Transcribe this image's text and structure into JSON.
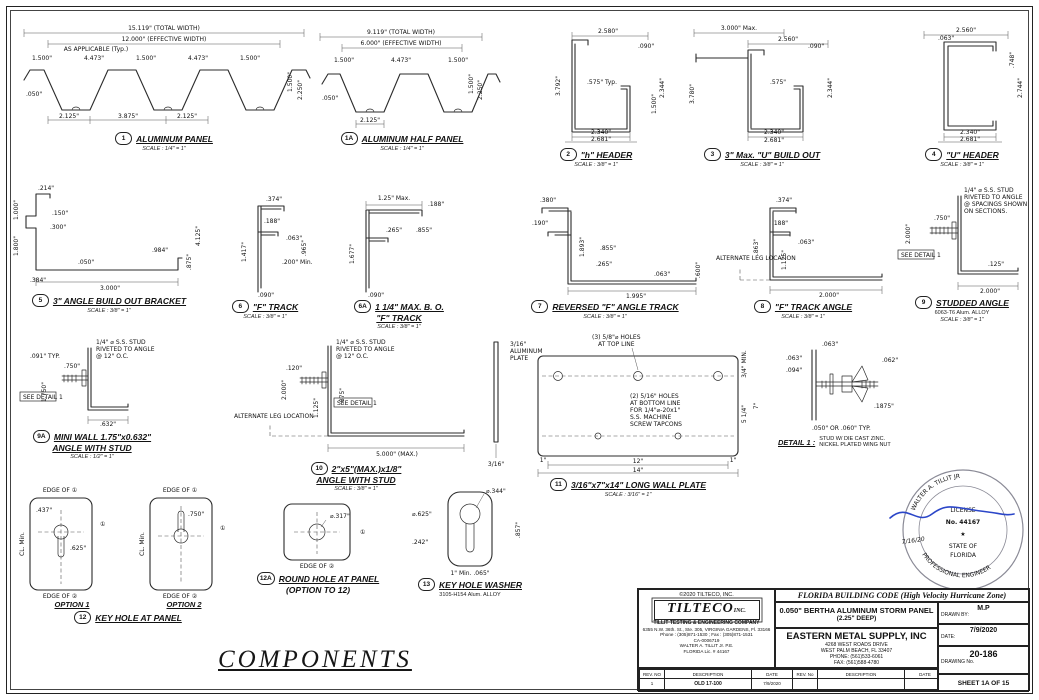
{
  "sheet": {
    "big_title": "COMPONENTS"
  },
  "figs": {
    "f1": {
      "num": "1",
      "title": "ALUMINUM PANEL",
      "scale": "SCALE : 1/4\" = 1\"",
      "dims": [
        "15.119\" (TOTAL WIDTH)",
        "12.000\" (EFFECTIVE WIDTH)",
        "AS APPLICABLE (Typ.)",
        "1.500\"",
        "4.473\"",
        "1.500\"",
        "4.473\"",
        "1.500\"",
        ".050\"",
        "2.125\"",
        "3.875\"",
        "2.125\"",
        "2.250\"",
        "1.500\""
      ]
    },
    "f1a": {
      "num": "1A",
      "title": "ALUMINUM HALF PANEL",
      "scale": "SCALE : 1/4\" = 1\"",
      "dims": [
        "9.119\" (TOTAL WIDTH)",
        "6.000\" (EFFECTIVE WIDTH)",
        "1.500\"",
        "4.473\"",
        "1.500\"",
        ".050\"",
        "2.125\"",
        "2.250\"",
        "1.500\""
      ]
    },
    "f2": {
      "num": "2",
      "title": "\"h\" HEADER",
      "scale": "SCALE : 3/8\" = 1\"",
      "dims": [
        "2.580\"",
        "3.792\"",
        ".575\" Typ.",
        ".090\"",
        "2.340\"",
        "2.681\"",
        "2.344\"",
        "1.500\""
      ]
    },
    "f3": {
      "num": "3",
      "title": "3\" Max. \"U\" BUILD OUT",
      "scale": "SCALE : 3/8\" = 1\"",
      "dims": [
        "3.000\" Max.",
        "2.560\"",
        "3.780\"",
        ".575\"",
        "2.340\"",
        "2.681\"",
        ".090\"",
        "2.344\""
      ]
    },
    "f4": {
      "num": "4",
      "title": "\"U\" HEADER",
      "scale": "SCALE : 3/8\" = 1\"",
      "dims": [
        "2.560\"",
        ".748\"",
        "2.744\"",
        "2.340\"",
        "2.681\"",
        ".063\""
      ]
    },
    "f5": {
      "num": "5",
      "title": "3\" ANGLE BUILD OUT BRACKET",
      "scale": "SCALE : 3/8\" = 1\"",
      "dims": [
        ".214\"",
        "1.000\"",
        "1.800\"",
        ".150\"",
        ".300\"",
        ".384\"",
        "3.000\"",
        ".050\"",
        "4.125\"",
        ".875\"",
        ".984\""
      ]
    },
    "f6": {
      "num": "6",
      "title": "\"F\" TRACK",
      "scale": "SCALE : 3/8\" = 1\"",
      "dims": [
        ".374\"",
        ".188\"",
        "1.417\"",
        ".063\"",
        ".090\"",
        ".200\" Min.",
        ".965\""
      ]
    },
    "f6a": {
      "num": "6A",
      "title": "1 1/4\" MAX. B. O.",
      "title2": "\"F\" TRACK",
      "scale": "SCALE : 3/8\" = 1\"",
      "dims": [
        ".188\"",
        "1.25\" Max.",
        ".265\"",
        ".855\"",
        "1.677\"",
        ".090\""
      ]
    },
    "f7": {
      "num": "7",
      "title": "REVERSED \"F\" ANGLE TRACK",
      "scale": "SCALE : 3/8\" = 1\"",
      "dims": [
        ".380\"",
        ".190\"",
        "1.893\"",
        ".855\"",
        ".265\"",
        "1.995\"",
        ".063\"",
        ".600\""
      ]
    },
    "f8": {
      "num": "8",
      "title": "\"F\" TRACK ANGLE",
      "scale": "SCALE : 3/8\" = 1\"",
      "note": "ALTERNATE LEG LOCATION",
      "dims": [
        ".374\"",
        ".188\"",
        ".863\"",
        ".063\"",
        "1.125\"",
        "2.000\""
      ]
    },
    "f9": {
      "num": "9",
      "title": "STUDDED ANGLE",
      "sub": "6063-T6 Alum. ALLOY",
      "scale": "SCALE : 3/8\" = 1\"",
      "note_lines": [
        "1/4\" ⌀ S.S. STUD",
        "RIVETED TO ANGLE",
        "@ SPACINGS SHOWN",
        "ON SECTIONS."
      ],
      "see_detail": "SEE DETAIL 1",
      "dims": [
        ".750\"",
        "2.000\"",
        ".125\"",
        "2.000\""
      ]
    },
    "f9a": {
      "num": "9A",
      "title": "MINI WALL 1.75\"x0.632\"",
      "title2": "ANGLE WITH STUD",
      "scale": "SCALE : 1/2\" = 1\"",
      "note_lines": [
        "1/4\" ⌀ S.S. STUD",
        "RIVETED TO ANGLE",
        "@ 12\" O.C."
      ],
      "see_detail": "SEE DETAIL 1",
      "dims": [
        ".750\"",
        ".091\" TYP.",
        ".632\"",
        "1.750\""
      ]
    },
    "f10": {
      "num": "10",
      "title": "2\"x5\"(MAX.)x1/8\"",
      "title2": "ANGLE WITH STUD",
      "scale": "SCALE : 3/8\" = 1\"",
      "alt_note": "ALTERNATE LEG LOCATION",
      "note_lines": [
        "1/4\" ⌀ S.S. STUD",
        "RIVETED TO ANGLE",
        "@ 12\" O.C."
      ],
      "see_detail": "SEE DETAIL 1",
      "dims": [
        ".120\"",
        ".875\"",
        "1.125\"",
        "5.000\" (MAX.)",
        "2.000\""
      ]
    },
    "f11": {
      "num": "11",
      "title": "3/16\"x7\"x14\" LONG WALL PLATE",
      "scale": "SCALE : 3/16\" = 1\"",
      "plate_note_lines": [
        "3/16\"",
        "ALUMINUM",
        "PLATE"
      ],
      "top_holes_lines": [
        "(3) 5/8\"⌀ HOLES",
        "AT TOP LINE"
      ],
      "bottom_holes_lines": [
        "(2) 5/16\" HOLES",
        "AT BOTTOM LINE",
        "FOR 1/4\"⌀-20x1\"",
        "S.S. MACHINE",
        "SCREW TAPCONS"
      ],
      "side_dim": "3/16\"",
      "dims": [
        "12\"",
        "14\"",
        "1\"",
        "1\"",
        "7\"",
        "5 1/4\"",
        "3/4\" MIN."
      ]
    },
    "d1": {
      "label": "DETAIL 1 :",
      "text_lines": [
        "STUD W/ DIE CAST ZINC.",
        "NICKEL PLATED WING NUT"
      ],
      "dims": [
        ".063\"",
        ".094\"",
        ".063\"",
        ".1875\"",
        ".050\" OR .060\" TYP.",
        ".062\""
      ]
    },
    "f12": {
      "num": "12",
      "title": "KEY HOLE AT PANEL",
      "opt1": "OPTION 1",
      "opt2": "OPTION 2",
      "marker": "①",
      "labels": [
        "EDGE OF ①",
        "EDGE OF ②",
        "CL. Min."
      ],
      "dims": [
        ".437\"",
        ".625\"",
        ".750\""
      ]
    },
    "f12a": {
      "num": "12A",
      "title": "ROUND HOLE AT PANEL",
      "sub": "(OPTION TO 12)",
      "marker": "①",
      "label": "EDGE OF ②",
      "dims": [
        "⌀.317\""
      ]
    },
    "f13": {
      "num": "13",
      "title": "KEY HOLE WASHER",
      "sub": "3105-H154 Alum. ALLOY",
      "dims": [
        "⌀.344\"",
        "⌀.625\"",
        ".857\"",
        "1\" Min. .065\"",
        ".242\""
      ]
    }
  },
  "titleblock": {
    "code_bar": "FLORIDA BUILDING CODE (High Velocity Hurricane Zone)",
    "copyright": "©2020 TILTECO, INC.",
    "logo_main": "TILTECO",
    "logo_inc": "INC.",
    "company_lines": [
      "TILLIT TESTING & ENGINEERING COMPANY",
      "6355 N.W. 36th. St., Ste. 305, VIRGINIA GARDENS, Fl. 33166",
      "Phone : (305)871-1530  ;  Fax : (305)871-1531",
      "CA-0006719",
      "WALTER A. TILLIT Jr. P.E.",
      "FLORIDA Lic. # 44167"
    ],
    "panel_title": "0.050\" BERTHA ALUMINUM STORM PANEL",
    "panel_sub": "(2.25\" DEEP)",
    "client": "EASTERN METAL SUPPLY, INC",
    "client_lines": [
      "4268 WEST ROADS DRIVE",
      "WEST PALM BEACH, FL 33407",
      "PHONE: (561)533-6061",
      "FAX: (561)588-4780"
    ],
    "drawn_by_value": "M.P",
    "drawn_by_label": "DRAWN BY:",
    "date_value": "7/9/2020",
    "date_label": "DATE:",
    "drawing_no_value": "20-186",
    "drawing_no_label": "DRAWING No.",
    "sheet_label": "SHEET 1A OF 15",
    "rev_headers": [
      "REV. NO",
      "DESCRIPTION",
      "DATE",
      "REV. No",
      "DESCRIPTION",
      "DATE"
    ],
    "rev_rows": [
      [
        "1",
        "OLD 17-100",
        "7/9/2020",
        "",
        "",
        ""
      ],
      [
        "",
        "",
        "",
        "",
        "",
        ""
      ]
    ]
  },
  "seal": {
    "arc_top": "WALTER A. TILLIT JR",
    "line1": "LICENSE",
    "line2": "No. 44167",
    "star": "★",
    "line3": "STATE OF",
    "line4": "FLORIDA",
    "arc_bottom": "PROFESSIONAL ENGINEER",
    "signature_date": "7/16/20"
  }
}
